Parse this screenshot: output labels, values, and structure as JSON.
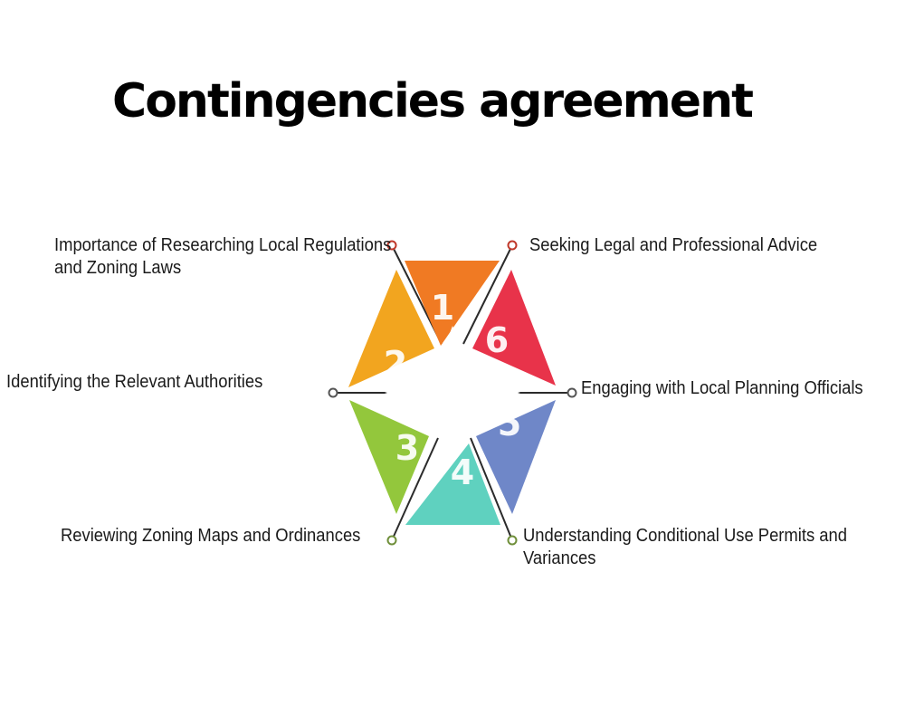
{
  "title": "Contingencies agreement",
  "steps": [
    {
      "number": "1",
      "label_lines": [
        "Seeking Legal and Professional Advice"
      ],
      "color": "#f07a23"
    },
    {
      "number": "2",
      "label_lines": [
        "Importance of Researching Local Regulations",
        "and Zoning Laws"
      ],
      "color": "#f2a51f"
    },
    {
      "number": "3",
      "label_lines": [
        "Identifying the Relevant Authorities"
      ],
      "color": "#93c73c"
    },
    {
      "number": "4",
      "label_lines": [
        "Reviewing Zoning Maps and Ordinances"
      ],
      "color": "#5fd1bf"
    },
    {
      "number": "5",
      "label_lines": [
        "Understanding Conditional Use Permits and",
        "Variances"
      ],
      "color": "#6f87c8"
    },
    {
      "number": "6",
      "label_lines": [
        "Engaging with Local Planning Officials"
      ],
      "color": "#e8334a"
    }
  ],
  "label_order": {
    "top_left": "steps.1",
    "top_right": "steps.0",
    "middle_left": "steps.2",
    "middle_right": "steps.5",
    "bottom_left": "steps.3",
    "bottom_right": "steps.4"
  }
}
